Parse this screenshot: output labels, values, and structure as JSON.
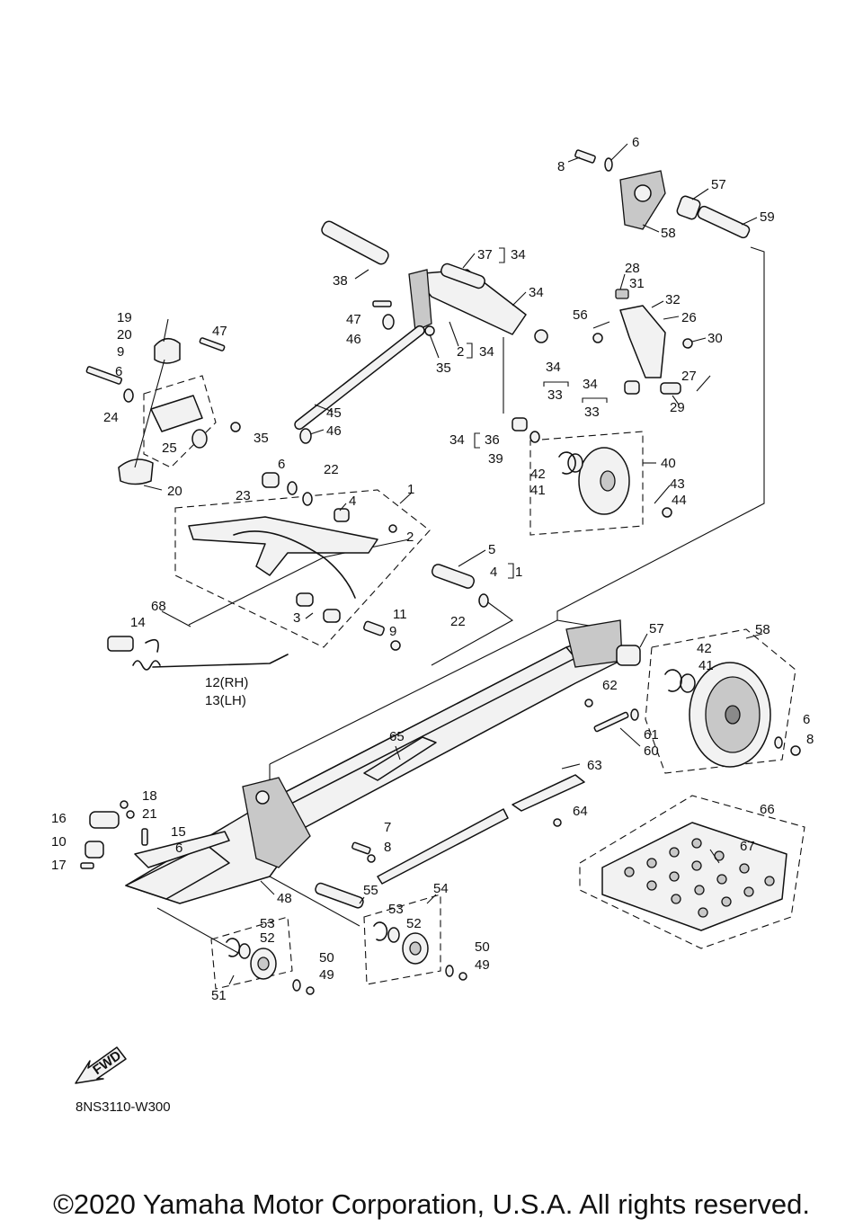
{
  "diagram": {
    "code": "8NS3110-W300",
    "fwd_label": "FWD",
    "copyright": "©2020 Yamaha Motor Corporation, U.S.A. All rights reserved."
  },
  "callouts": [
    {
      "id": "c-6a",
      "text": "6"
    },
    {
      "id": "c-8a",
      "text": "8"
    },
    {
      "id": "c-57a",
      "text": "57"
    },
    {
      "id": "c-58a",
      "text": "58"
    },
    {
      "id": "c-59",
      "text": "59"
    },
    {
      "id": "c-37",
      "text": "37"
    },
    {
      "id": "c-34a",
      "text": "34"
    },
    {
      "id": "c-34b",
      "text": "34"
    },
    {
      "id": "c-38",
      "text": "38"
    },
    {
      "id": "c-28",
      "text": "28"
    },
    {
      "id": "c-31",
      "text": "31"
    },
    {
      "id": "c-32",
      "text": "32"
    },
    {
      "id": "c-56",
      "text": "56"
    },
    {
      "id": "c-26",
      "text": "26"
    },
    {
      "id": "c-30",
      "text": "30"
    },
    {
      "id": "c-47a",
      "text": "47"
    },
    {
      "id": "c-46a",
      "text": "46"
    },
    {
      "id": "c-2a",
      "text": "2"
    },
    {
      "id": "c-34c",
      "text": "34"
    },
    {
      "id": "c-35a",
      "text": "35"
    },
    {
      "id": "c-34d",
      "text": "34"
    },
    {
      "id": "c-33a",
      "text": "33"
    },
    {
      "id": "c-34e",
      "text": "34"
    },
    {
      "id": "c-33b",
      "text": "33"
    },
    {
      "id": "c-27",
      "text": "27"
    },
    {
      "id": "c-29",
      "text": "29"
    },
    {
      "id": "c-19",
      "text": "19"
    },
    {
      "id": "c-20a",
      "text": "20"
    },
    {
      "id": "c-47b",
      "text": "47"
    },
    {
      "id": "c-9a",
      "text": "9"
    },
    {
      "id": "c-6b",
      "text": "6"
    },
    {
      "id": "c-24",
      "text": "24"
    },
    {
      "id": "c-25",
      "text": "25"
    },
    {
      "id": "c-35b",
      "text": "35"
    },
    {
      "id": "c-45",
      "text": "45"
    },
    {
      "id": "c-46b",
      "text": "46"
    },
    {
      "id": "c-20b",
      "text": "20"
    },
    {
      "id": "c-34f",
      "text": "34"
    },
    {
      "id": "c-36",
      "text": "36"
    },
    {
      "id": "c-39",
      "text": "39"
    },
    {
      "id": "c-42a",
      "text": "42"
    },
    {
      "id": "c-41a",
      "text": "41"
    },
    {
      "id": "c-40",
      "text": "40"
    },
    {
      "id": "c-43",
      "text": "43"
    },
    {
      "id": "c-44",
      "text": "44"
    },
    {
      "id": "c-6c",
      "text": "6"
    },
    {
      "id": "c-22a",
      "text": "22"
    },
    {
      "id": "c-23",
      "text": "23"
    },
    {
      "id": "c-4a",
      "text": "4"
    },
    {
      "id": "c-1a",
      "text": "1"
    },
    {
      "id": "c-2b",
      "text": "2"
    },
    {
      "id": "c-5",
      "text": "5"
    },
    {
      "id": "c-4b",
      "text": "4"
    },
    {
      "id": "c-1b",
      "text": "1"
    },
    {
      "id": "c-22b",
      "text": "22"
    },
    {
      "id": "c-68",
      "text": "68"
    },
    {
      "id": "c-14",
      "text": "14"
    },
    {
      "id": "c-3",
      "text": "3"
    },
    {
      "id": "c-11",
      "text": "11"
    },
    {
      "id": "c-9b",
      "text": "9"
    },
    {
      "id": "c-12",
      "text": "12(RH)"
    },
    {
      "id": "c-13",
      "text": "13(LH)"
    },
    {
      "id": "c-57b",
      "text": "57"
    },
    {
      "id": "c-58b",
      "text": "58"
    },
    {
      "id": "c-42b",
      "text": "42"
    },
    {
      "id": "c-41b",
      "text": "41"
    },
    {
      "id": "c-62",
      "text": "62"
    },
    {
      "id": "c-61",
      "text": "61"
    },
    {
      "id": "c-60",
      "text": "60"
    },
    {
      "id": "c-6d",
      "text": "6"
    },
    {
      "id": "c-8b",
      "text": "8"
    },
    {
      "id": "c-65",
      "text": "65"
    },
    {
      "id": "c-63",
      "text": "63"
    },
    {
      "id": "c-64",
      "text": "64"
    },
    {
      "id": "c-66",
      "text": "66"
    },
    {
      "id": "c-67",
      "text": "67"
    },
    {
      "id": "c-18",
      "text": "18"
    },
    {
      "id": "c-16",
      "text": "16"
    },
    {
      "id": "c-21",
      "text": "21"
    },
    {
      "id": "c-15",
      "text": "15"
    },
    {
      "id": "c-10",
      "text": "10"
    },
    {
      "id": "c-6e",
      "text": "6"
    },
    {
      "id": "c-17",
      "text": "17"
    },
    {
      "id": "c-7",
      "text": "7"
    },
    {
      "id": "c-8c",
      "text": "8"
    },
    {
      "id": "c-48",
      "text": "48"
    },
    {
      "id": "c-55",
      "text": "55"
    },
    {
      "id": "c-54",
      "text": "54"
    },
    {
      "id": "c-53a",
      "text": "53"
    },
    {
      "id": "c-52a",
      "text": "52"
    },
    {
      "id": "c-53b",
      "text": "53"
    },
    {
      "id": "c-52b",
      "text": "52"
    },
    {
      "id": "c-50a",
      "text": "50"
    },
    {
      "id": "c-49a",
      "text": "49"
    },
    {
      "id": "c-50b",
      "text": "50"
    },
    {
      "id": "c-49b",
      "text": "49"
    },
    {
      "id": "c-51",
      "text": "51"
    }
  ]
}
